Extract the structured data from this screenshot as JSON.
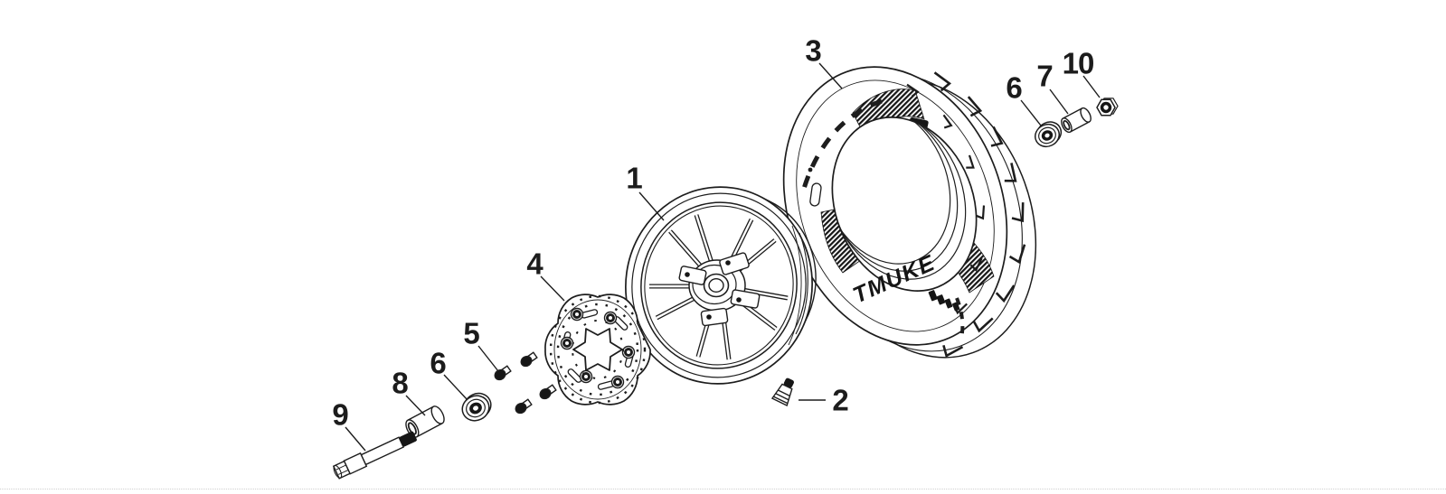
{
  "colors": {
    "background": "#ffffff",
    "line": "#1d1d1d",
    "fill_dark": "#161616",
    "divider": "#cfcfcf"
  },
  "callouts": [
    {
      "label": "1"
    },
    {
      "label": "2"
    },
    {
      "label": "3"
    },
    {
      "label": "4"
    },
    {
      "label": "5"
    },
    {
      "label": "6"
    },
    {
      "label": "6"
    },
    {
      "label": "7"
    },
    {
      "label": "8"
    },
    {
      "label": "9"
    },
    {
      "label": "10"
    }
  ],
  "tire": {
    "logo": "TMUKE"
  }
}
